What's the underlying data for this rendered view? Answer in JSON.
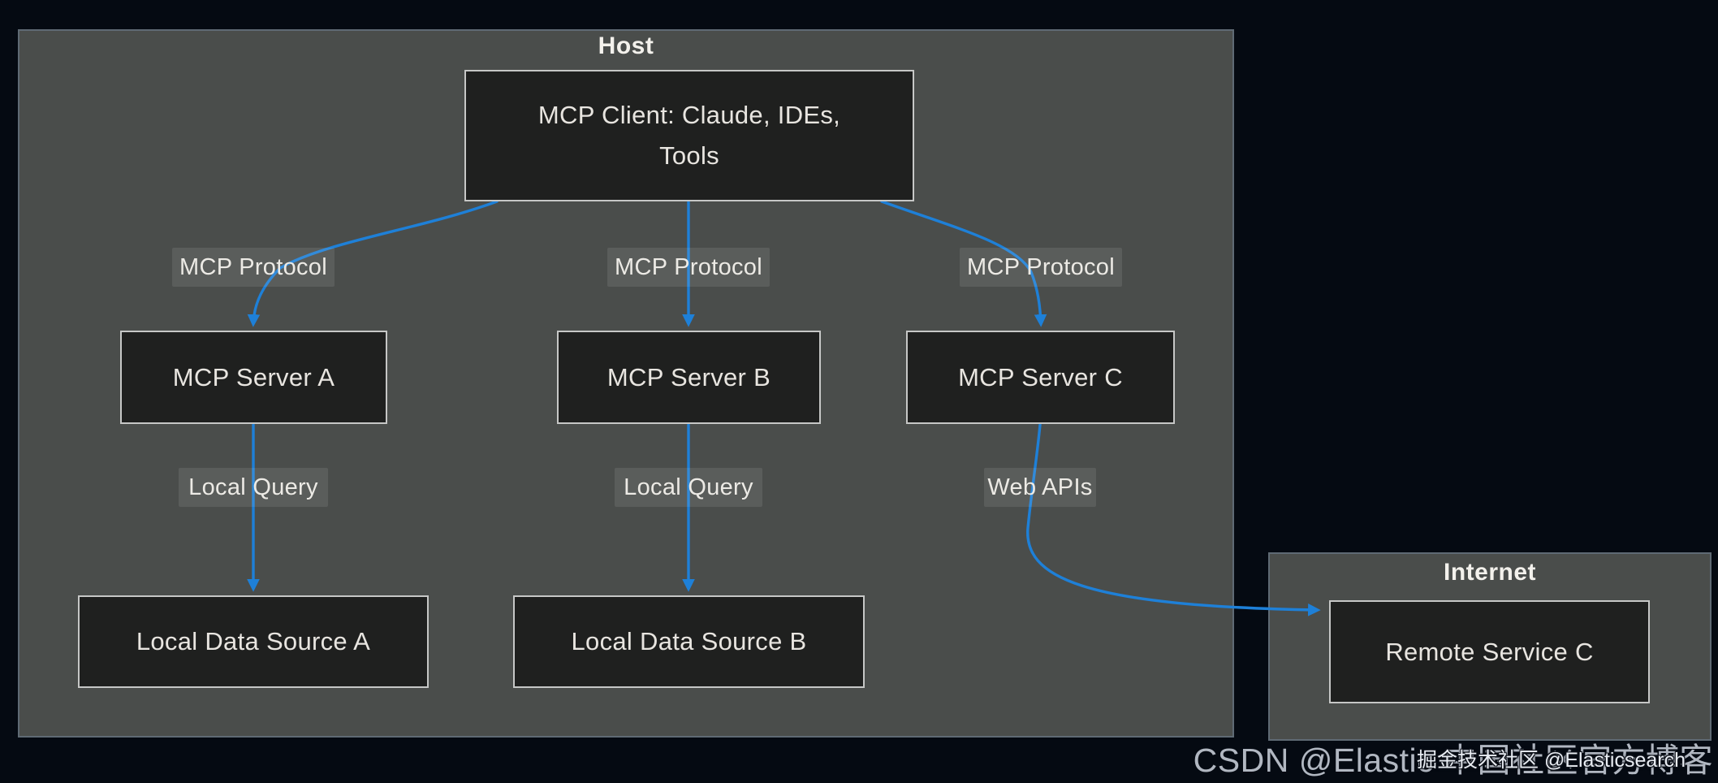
{
  "colors": {
    "background": "#050a12",
    "panel_fill": "#4a4d4b",
    "panel_border": "#5f6a74",
    "node_fill": "#1f201f",
    "node_border": "#c6c7c6",
    "node_text": "#e8e5e0",
    "arrow_blue": "#1e80d8",
    "watermark_large_color": "#d0d6e0",
    "watermark_small_color": "#e9edf3"
  },
  "host_panel": {
    "title": "Host"
  },
  "client_node": {
    "lines": [
      "MCP Client: Claude, IDEs,",
      "Tools"
    ]
  },
  "columns": [
    {
      "protocol_label": "MCP Protocol",
      "server_label": "MCP Server A",
      "query_label": "Local Query",
      "source_label": "Local Data Source A"
    },
    {
      "protocol_label": "MCP Protocol",
      "server_label": "MCP Server B",
      "query_label": "Local Query",
      "source_label": "Local Data Source B"
    },
    {
      "protocol_label": "MCP Protocol",
      "server_label": "MCP Server C",
      "query_label": "Web APIs"
    }
  ],
  "internet_panel": {
    "title": "Internet",
    "service_label": "Remote Service C"
  },
  "watermark": {
    "large": "CSDN @Elastic 中国社区官方博客",
    "small": "掘金技术社区 @Elasticsearch"
  }
}
